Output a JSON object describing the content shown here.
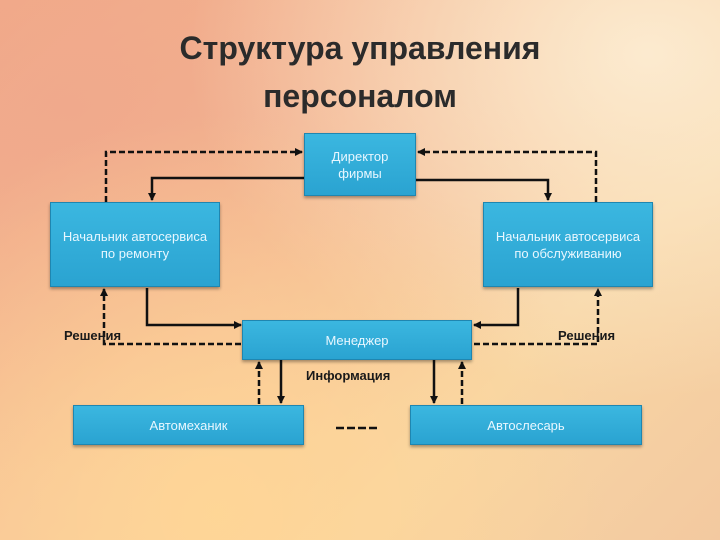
{
  "title": {
    "line1": "Структура управления",
    "line2": "персоналом"
  },
  "nodes": {
    "director": "Директор фирмы",
    "head_repair": "Начальник автосервиса по ремонту",
    "head_service": "Начальник автосервиса по обслуживанию",
    "manager": "Менеджер",
    "mechanic": "Автомеханик",
    "locksmith": "Автослесарь"
  },
  "labels": {
    "decisions_left": "Решения",
    "decisions_right": "Решения",
    "information": "Информация"
  },
  "colors": {
    "box": "#2aa3d1",
    "box_text": "#e8f7ff",
    "line": "#111111"
  }
}
